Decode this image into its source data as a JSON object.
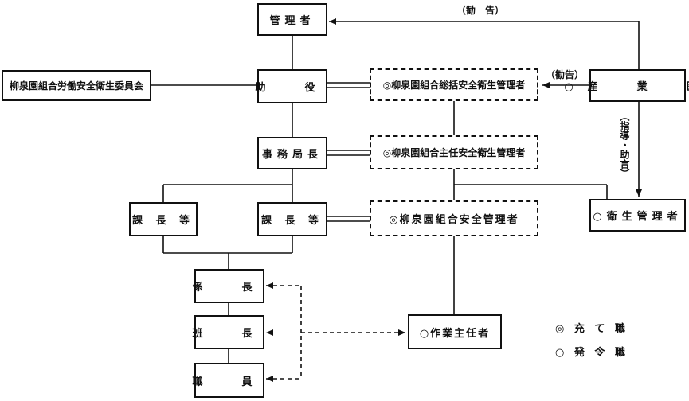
{
  "nodes": {
    "kanrisha": "管理者",
    "iinkai": "柳泉園組合労働安全衛生委員会",
    "joyaku": "助　役",
    "sokatsu": "◎柳泉園組合総括安全衛生管理者",
    "sangyoi": "○産　業　医",
    "jimukyokucho": "事務局長",
    "shunin": "◎柳泉園組合主任安全衛生管理者",
    "kacho_left": "課 長 等",
    "kacho_right": "課 長 等",
    "anzen": "◎柳泉園組合安全管理者",
    "eisei": "○衛生管理者",
    "kakaricho": "係　長",
    "hancho": "班　長",
    "shokuin": "職　員",
    "sagyo": "○作業主任者"
  },
  "labels": {
    "kankoku_top": "（勧　告）",
    "kankoku_mid": "（勧告）",
    "shido": "（指導・助言）"
  },
  "legend": {
    "ate": "◎ 充 て 職",
    "hatsurei": "○ 発 令 職"
  }
}
